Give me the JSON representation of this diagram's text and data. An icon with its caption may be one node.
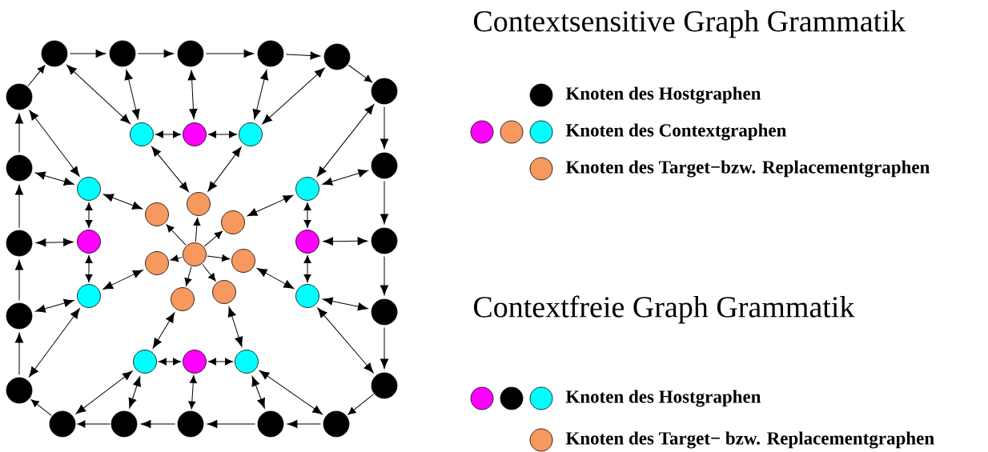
{
  "diagram": {
    "nodes": [
      {
        "text": [],
        "shape": "circle"
      },
      {
        "text": [],
        "shape": "circle"
      },
      {
        "text": [],
        "shape": "circle"
      },
      {
        "text": [],
        "shape": "circle"
      },
      {
        "text": [],
        "shape": "circle"
      },
      {
        "text": [],
        "shape": "circle"
      },
      {
        "text": [],
        "shape": "circle"
      },
      {
        "text": [],
        "shape": "circle"
      },
      {
        "text": [],
        "shape": "circle"
      },
      {
        "text": [],
        "shape": "circle"
      },
      {
        "text": [],
        "shape": "circle"
      },
      {
        "text": [],
        "shape": "circle"
      },
      {
        "text": [],
        "shape": "circle"
      },
      {
        "text": [],
        "shape": "circle"
      },
      {
        "text": [],
        "shape": "circle"
      },
      {
        "text": [],
        "shape": "circle"
      },
      {
        "text": [],
        "shape": "circle"
      },
      {
        "text": [],
        "shape": "circle"
      },
      {
        "text": [],
        "shape": "circle"
      },
      {
        "text": [],
        "shape": "circle"
      },
      {
        "text": [],
        "shape": "circle"
      },
      {
        "text": [],
        "shape": "circle"
      },
      {
        "text": [],
        "shape": "circle"
      },
      {
        "text": [],
        "shape": "circle"
      },
      {
        "text": [],
        "shape": "circle"
      },
      {
        "text": [],
        "shape": "circle"
      },
      {
        "text": [],
        "shape": "circle"
      },
      {
        "text": [],
        "shape": "circle"
      },
      {
        "text": [],
        "shape": "circle"
      },
      {
        "text": [],
        "shape": "circle"
      },
      {
        "text": [],
        "shape": "circle"
      },
      {
        "text": [],
        "shape": "circle"
      },
      {
        "text": [],
        "shape": "circle"
      },
      {
        "text": [],
        "shape": "circle"
      },
      {
        "text": [],
        "shape": "circle"
      },
      {
        "text": [],
        "shape": "circle"
      },
      {
        "text": [],
        "shape": "circle"
      },
      {
        "text": [],
        "shape": "circle"
      },
      {
        "text": [],
        "shape": "circle"
      },
      {
        "text": [],
        "shape": "circle"
      }
    ],
    "edges": [
      {
        "from": 0,
        "to": 1,
        "arrow": "to"
      },
      {
        "from": 1,
        "to": 2,
        "arrow": "to"
      },
      {
        "from": 2,
        "to": 3,
        "arrow": "to"
      },
      {
        "from": 3,
        "to": 4,
        "arrow": "to"
      },
      {
        "from": 4,
        "to": 5,
        "arrow": "to"
      },
      {
        "from": 5,
        "to": 6,
        "arrow": "to"
      },
      {
        "from": 6,
        "to": 7,
        "arrow": "to"
      },
      {
        "from": 7,
        "to": 8,
        "arrow": "to"
      },
      {
        "from": 8,
        "to": 9,
        "arrow": "to"
      },
      {
        "from": 9,
        "to": 10,
        "arrow": "to"
      },
      {
        "from": 10,
        "to": 11,
        "arrow": "to"
      },
      {
        "from": 11,
        "to": 12,
        "arrow": "to"
      },
      {
        "from": 12,
        "to": 13,
        "arrow": "to"
      },
      {
        "from": 13,
        "to": 14,
        "arrow": "to"
      },
      {
        "from": 14,
        "to": 15,
        "arrow": "to"
      },
      {
        "from": 15,
        "to": 16,
        "arrow": "to"
      },
      {
        "from": 16,
        "to": 17,
        "arrow": "to"
      },
      {
        "from": 17,
        "to": 18,
        "arrow": "to"
      },
      {
        "from": 18,
        "to": 19,
        "arrow": "to"
      },
      {
        "from": 19,
        "to": 0,
        "arrow": "to"
      },
      {
        "from": 0,
        "to": 20,
        "arrow": "both"
      },
      {
        "from": 1,
        "to": 20,
        "arrow": "both"
      },
      {
        "from": 2,
        "to": 21,
        "arrow": "both"
      },
      {
        "from": 3,
        "to": 22,
        "arrow": "both"
      },
      {
        "from": 4,
        "to": 22,
        "arrow": "both"
      },
      {
        "from": 20,
        "to": 21,
        "arrow": "both"
      },
      {
        "from": 21,
        "to": 22,
        "arrow": "both"
      },
      {
        "from": 19,
        "to": 23,
        "arrow": "both"
      },
      {
        "from": 18,
        "to": 23,
        "arrow": "both"
      },
      {
        "from": 23,
        "to": 24,
        "arrow": "both"
      },
      {
        "from": 24,
        "to": 17,
        "arrow": "both"
      },
      {
        "from": 24,
        "to": 25,
        "arrow": "both"
      },
      {
        "from": 25,
        "to": 16,
        "arrow": "both"
      },
      {
        "from": 25,
        "to": 15,
        "arrow": "both"
      },
      {
        "from": 5,
        "to": 26,
        "arrow": "both"
      },
      {
        "from": 6,
        "to": 26,
        "arrow": "both"
      },
      {
        "from": 26,
        "to": 27,
        "arrow": "both"
      },
      {
        "from": 27,
        "to": 7,
        "arrow": "both"
      },
      {
        "from": 27,
        "to": 28,
        "arrow": "both"
      },
      {
        "from": 28,
        "to": 8,
        "arrow": "both"
      },
      {
        "from": 28,
        "to": 9,
        "arrow": "both"
      },
      {
        "from": 29,
        "to": 14,
        "arrow": "both"
      },
      {
        "from": 29,
        "to": 13,
        "arrow": "both"
      },
      {
        "from": 30,
        "to": 12,
        "arrow": "both"
      },
      {
        "from": 29,
        "to": 30,
        "arrow": "both"
      },
      {
        "from": 30,
        "to": 31,
        "arrow": "both"
      },
      {
        "from": 31,
        "to": 11,
        "arrow": "both"
      },
      {
        "from": 31,
        "to": 10,
        "arrow": "both"
      },
      {
        "from": 20,
        "to": 33,
        "arrow": "both"
      },
      {
        "from": 22,
        "to": 33,
        "arrow": "both"
      },
      {
        "from": 23,
        "to": 34,
        "arrow": "both"
      },
      {
        "from": 25,
        "to": 36,
        "arrow": "both"
      },
      {
        "from": 26,
        "to": 35,
        "arrow": "both"
      },
      {
        "from": 28,
        "to": 37,
        "arrow": "both"
      },
      {
        "from": 29,
        "to": 38,
        "arrow": "both"
      },
      {
        "from": 31,
        "to": 39,
        "arrow": "both"
      },
      {
        "from": 32,
        "to": 33,
        "arrow": "to"
      },
      {
        "from": 32,
        "to": 34,
        "arrow": "to"
      },
      {
        "from": 32,
        "to": 35,
        "arrow": "to"
      },
      {
        "from": 32,
        "to": 36,
        "arrow": "to"
      },
      {
        "from": 32,
        "to": 37,
        "arrow": "to"
      },
      {
        "from": 32,
        "to": 38,
        "arrow": "to"
      },
      {
        "from": 32,
        "to": 39,
        "arrow": "to"
      }
    ],
    "labels": [
      "Contextsensitive Graph Grammatik",
      "Contextfreie Graph Grammatik"
    ],
    "legend": [
      {
        "text": "Knoten des Hostgraphen",
        "color": "#000000"
      },
      {
        "text": "Knoten des Contextgraphen"
      },
      {
        "text": "Knoten des Target−bzw. Replacementgraphen",
        "color": "#f7985f"
      },
      {
        "text": "Knoten des Hostgraphen"
      },
      {
        "text": "Knoten des Target− bzw. Replacementgraphen",
        "color": "#f7985f"
      }
    ]
  }
}
